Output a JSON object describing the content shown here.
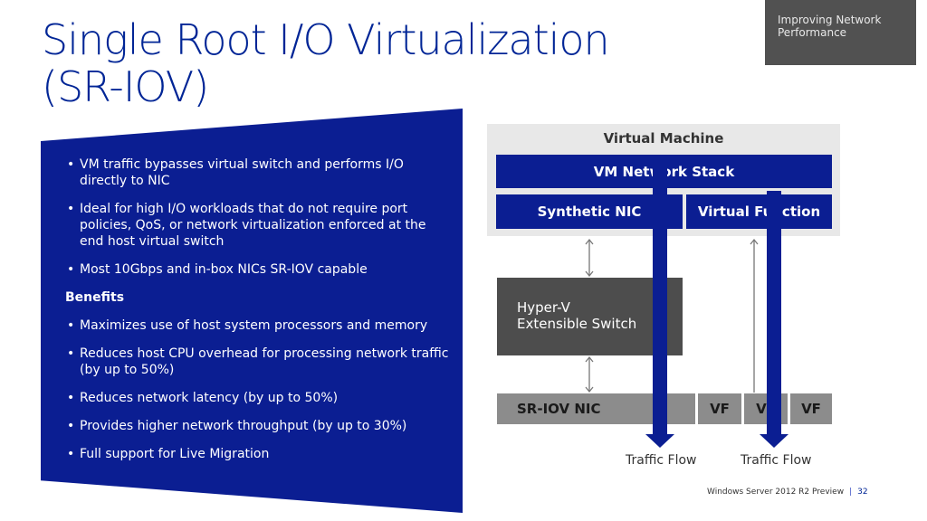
{
  "title": {
    "line1": "Single Root I/O Virtualization",
    "line2": "(SR-IOV)"
  },
  "section_tag": {
    "line1": "Improving Network",
    "line2": "Performance"
  },
  "bullets": [
    "VM traffic bypasses virtual switch and performs I/O directly to NIC",
    "Ideal for high I/O workloads that do not require port policies, QoS, or network virtualization enforced at the end host virtual switch",
    "Most 10Gbps and in-box NICs SR-IOV capable"
  ],
  "benefits_heading": "Benefits",
  "benefits": [
    "Maximizes use of host system processors and memory",
    "Reduces host CPU overhead for processing network traffic (by up to 50%)",
    "Reduces network latency (by up to 50%)",
    "Provides higher network throughput (by up to 30%)",
    "Full support for Live Migration"
  ],
  "diagram": {
    "vm_label": "Virtual Machine",
    "vm_stack": "VM Network Stack",
    "synthetic_nic": "Synthetic NIC",
    "virtual_function": "Virtual Function",
    "switch_line1": "Hyper-V",
    "switch_line2": "Extensible Switch",
    "sriov_nic": "SR-IOV NIC",
    "vf_labels": [
      "VF",
      "VF",
      "VF"
    ],
    "traffic_flow_1": "Traffic Flow",
    "traffic_flow_2": "Traffic Flow"
  },
  "footer": {
    "text": "Windows Server 2012 R2 Preview",
    "separator": "|",
    "page": "32"
  },
  "colors": {
    "accent": "#0b1e92",
    "title": "#002596",
    "tag_bg": "#515151"
  }
}
